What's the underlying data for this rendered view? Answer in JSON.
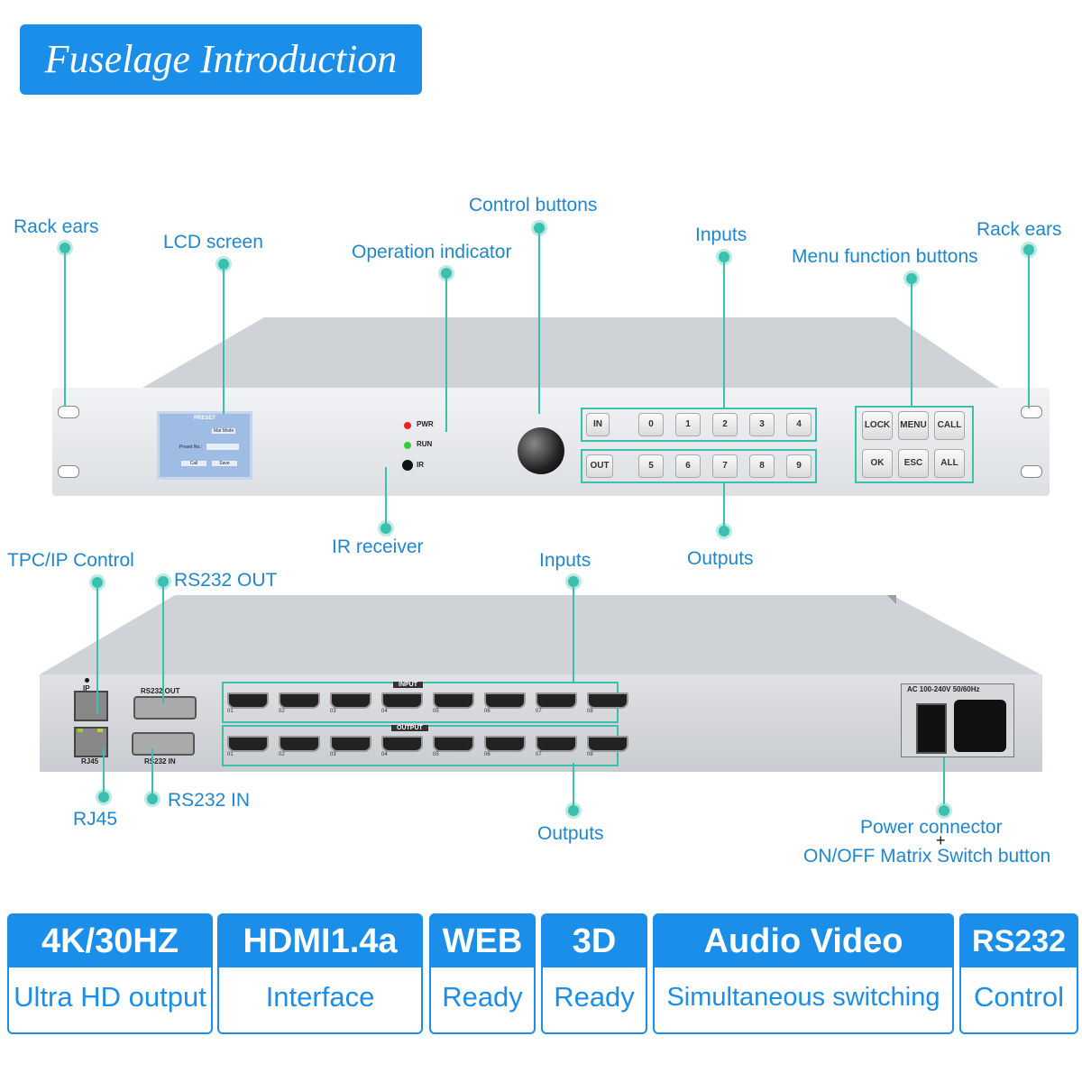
{
  "title": "Fuselage Introduction",
  "front_labels": {
    "rack_ears_left": "Rack ears",
    "lcd_screen": "LCD screen",
    "operation_indicator": "Operation indicator",
    "control_buttons": "Control buttons",
    "inputs": "Inputs",
    "menu_function_buttons": "Menu function buttons",
    "rack_ears_right": "Rack ears",
    "ir_receiver": "IR receiver",
    "outputs": "Outputs"
  },
  "rear_labels": {
    "tpc_ip_control": "TPC/IP Control",
    "rs232_out": "RS232 OUT",
    "inputs": "Inputs",
    "rj45": "RJ45",
    "rs232_in": "RS232 IN",
    "outputs": "Outputs",
    "power_connector": "Power connector",
    "plus": "+",
    "switch_button": "ON/OFF Matrix Switch button"
  },
  "front_panel": {
    "lcd_title": "PRESET",
    "lcd_mode": "Mat Mode",
    "lcd_preset": "Preset No.:",
    "lcd_call": "Call",
    "lcd_save": "Save",
    "led_pwr": "PWR",
    "led_run": "RUN",
    "led_ir": "IR",
    "btn_in": "IN",
    "btn_out": "OUT",
    "row1": [
      "0",
      "1",
      "2",
      "3",
      "4"
    ],
    "row2": [
      "5",
      "6",
      "7",
      "8",
      "9"
    ],
    "menu_row1": [
      "LOCK",
      "MENU",
      "CALL"
    ],
    "menu_row2": [
      "OK",
      "ESC",
      "ALL"
    ]
  },
  "rear_panel": {
    "ip": "IP",
    "rs232_out": "RS232 OUT",
    "rs232_in": "RS232 IN",
    "rj45": "RJ45",
    "input_title": "INPUT",
    "output_title": "OUTPUT",
    "ports": [
      "01",
      "02",
      "03",
      "04",
      "05",
      "06",
      "07",
      "08"
    ],
    "power": "AC 100-240V 50/60Hz"
  },
  "features": [
    {
      "top": "4K/30HZ",
      "bottom": "Ultra HD output"
    },
    {
      "top": "HDMI1.4a",
      "bottom": "Interface"
    },
    {
      "top": "WEB",
      "bottom": "Ready"
    },
    {
      "top": "3D",
      "bottom": "Ready"
    },
    {
      "top": "Audio Video",
      "bottom": "Simultaneous switching"
    },
    {
      "top": "RS232",
      "bottom": "Control"
    }
  ]
}
